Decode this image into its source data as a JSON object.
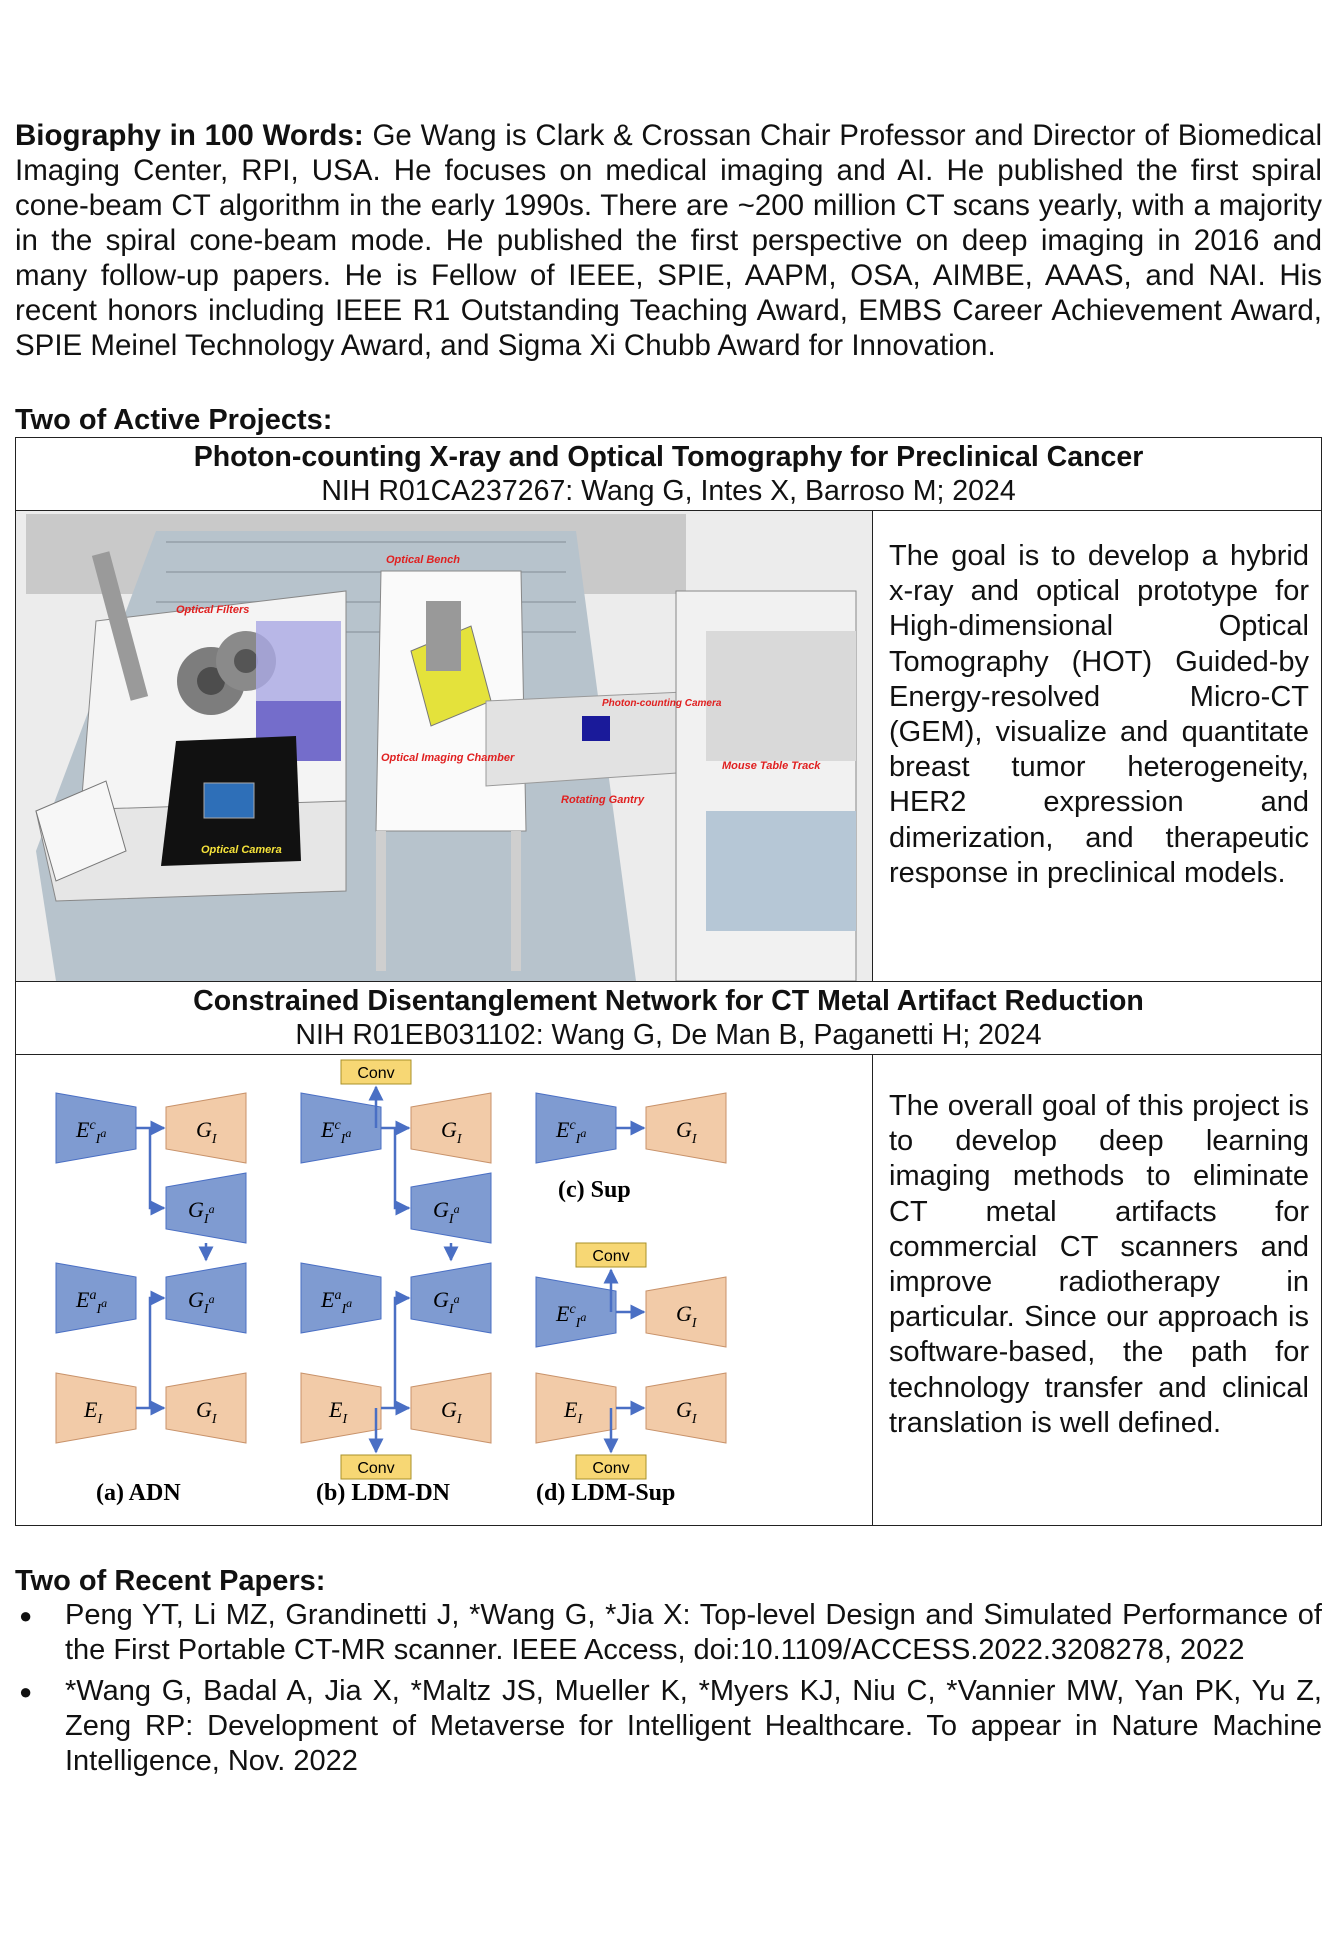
{
  "bio": {
    "heading": "Biography in 100 Words:",
    "text": " Ge Wang is Clark & Crossan Chair Professor and Director of Biomedical Imaging Center, RPI, USA. He focuses on medical imaging and AI. He published the first spiral cone-beam CT algorithm in the early 1990s. There are ~200 million CT scans yearly, with a majority in the spiral cone-beam mode. He published the first perspective on deep imaging in 2016 and many follow-up papers. He is Fellow of IEEE, SPIE, AAPM, OSA, AIMBE, AAAS, and NAI. His recent honors including IEEE R1 Outstanding Teaching Award, EMBS Career Achievement Award, SPIE Meinel Technology Award, and Sigma Xi Chubb Award for Innovation."
  },
  "projects_heading": "Two of Active Projects:",
  "projects": [
    {
      "title": "Photon-counting X-ray and Optical Tomography for Preclinical Cancer",
      "grant": "NIH R01CA237267: Wang G, Intes X, Barroso M; 2024",
      "description": "The goal is to develop a hybrid x-ray and optical prototype for High-dimensional Optical Tomography (HOT) Guided-by Energy-resolved Micro-CT (GEM), visualize and quantitate breast tumor heterogeneity, HER2 expression and dimerization, and therapeutic response in preclinical models.",
      "figure_labels": {
        "optical_bench": "Optical Bench",
        "optical_filters": "Optical Filters",
        "optical_imaging_chamber": "Optical Imaging Chamber",
        "photon_counting_camera": "Photon-counting Camera",
        "mouse_table_track": "Mouse Table Track",
        "rotating_gantry": "Rotating Gantry",
        "optical_camera": "Optical Camera"
      }
    },
    {
      "title": "Constrained Disentanglement Network for CT Metal Artifact Reduction",
      "grant": "NIH R01EB031102: Wang G, De Man B, Paganetti H; 2024",
      "description": "The overall goal of this project is to develop deep learning imaging methods to eliminate CT metal artifacts for commercial CT scanners and improve radiotherapy in particular. Since our approach is software-based, the path for technology transfer and clinical translation is well defined.",
      "figure_labels": {
        "conv": "Conv",
        "a": "(a) ADN",
        "b": "(b) LDM-DN",
        "c": "(c) Sup",
        "d": "(d) LDM-Sup"
      },
      "colors": {
        "blue_block": "#7f9bd1",
        "orange_block": "#f2cba8",
        "conv": "#f7d774",
        "arrow": "#4a6fc4"
      }
    }
  ],
  "papers_heading": "Two of Recent Papers:",
  "papers": [
    "Peng YT, Li MZ, Grandinetti J, *Wang G, *Jia X: Top-level Design and Simulated Performance of the First Portable CT-MR scanner. IEEE Access, doi:10.1109/ACCESS.2022.3208278, 2022",
    "*Wang G, Badal A, Jia X, *Maltz JS, Mueller K, *Myers KJ, Niu C, *Vannier MW, Yan PK, Yu Z, Zeng RP: Development of Metaverse for Intelligent Healthcare. To appear in Nature Machine Intelligence, Nov. 2022"
  ]
}
